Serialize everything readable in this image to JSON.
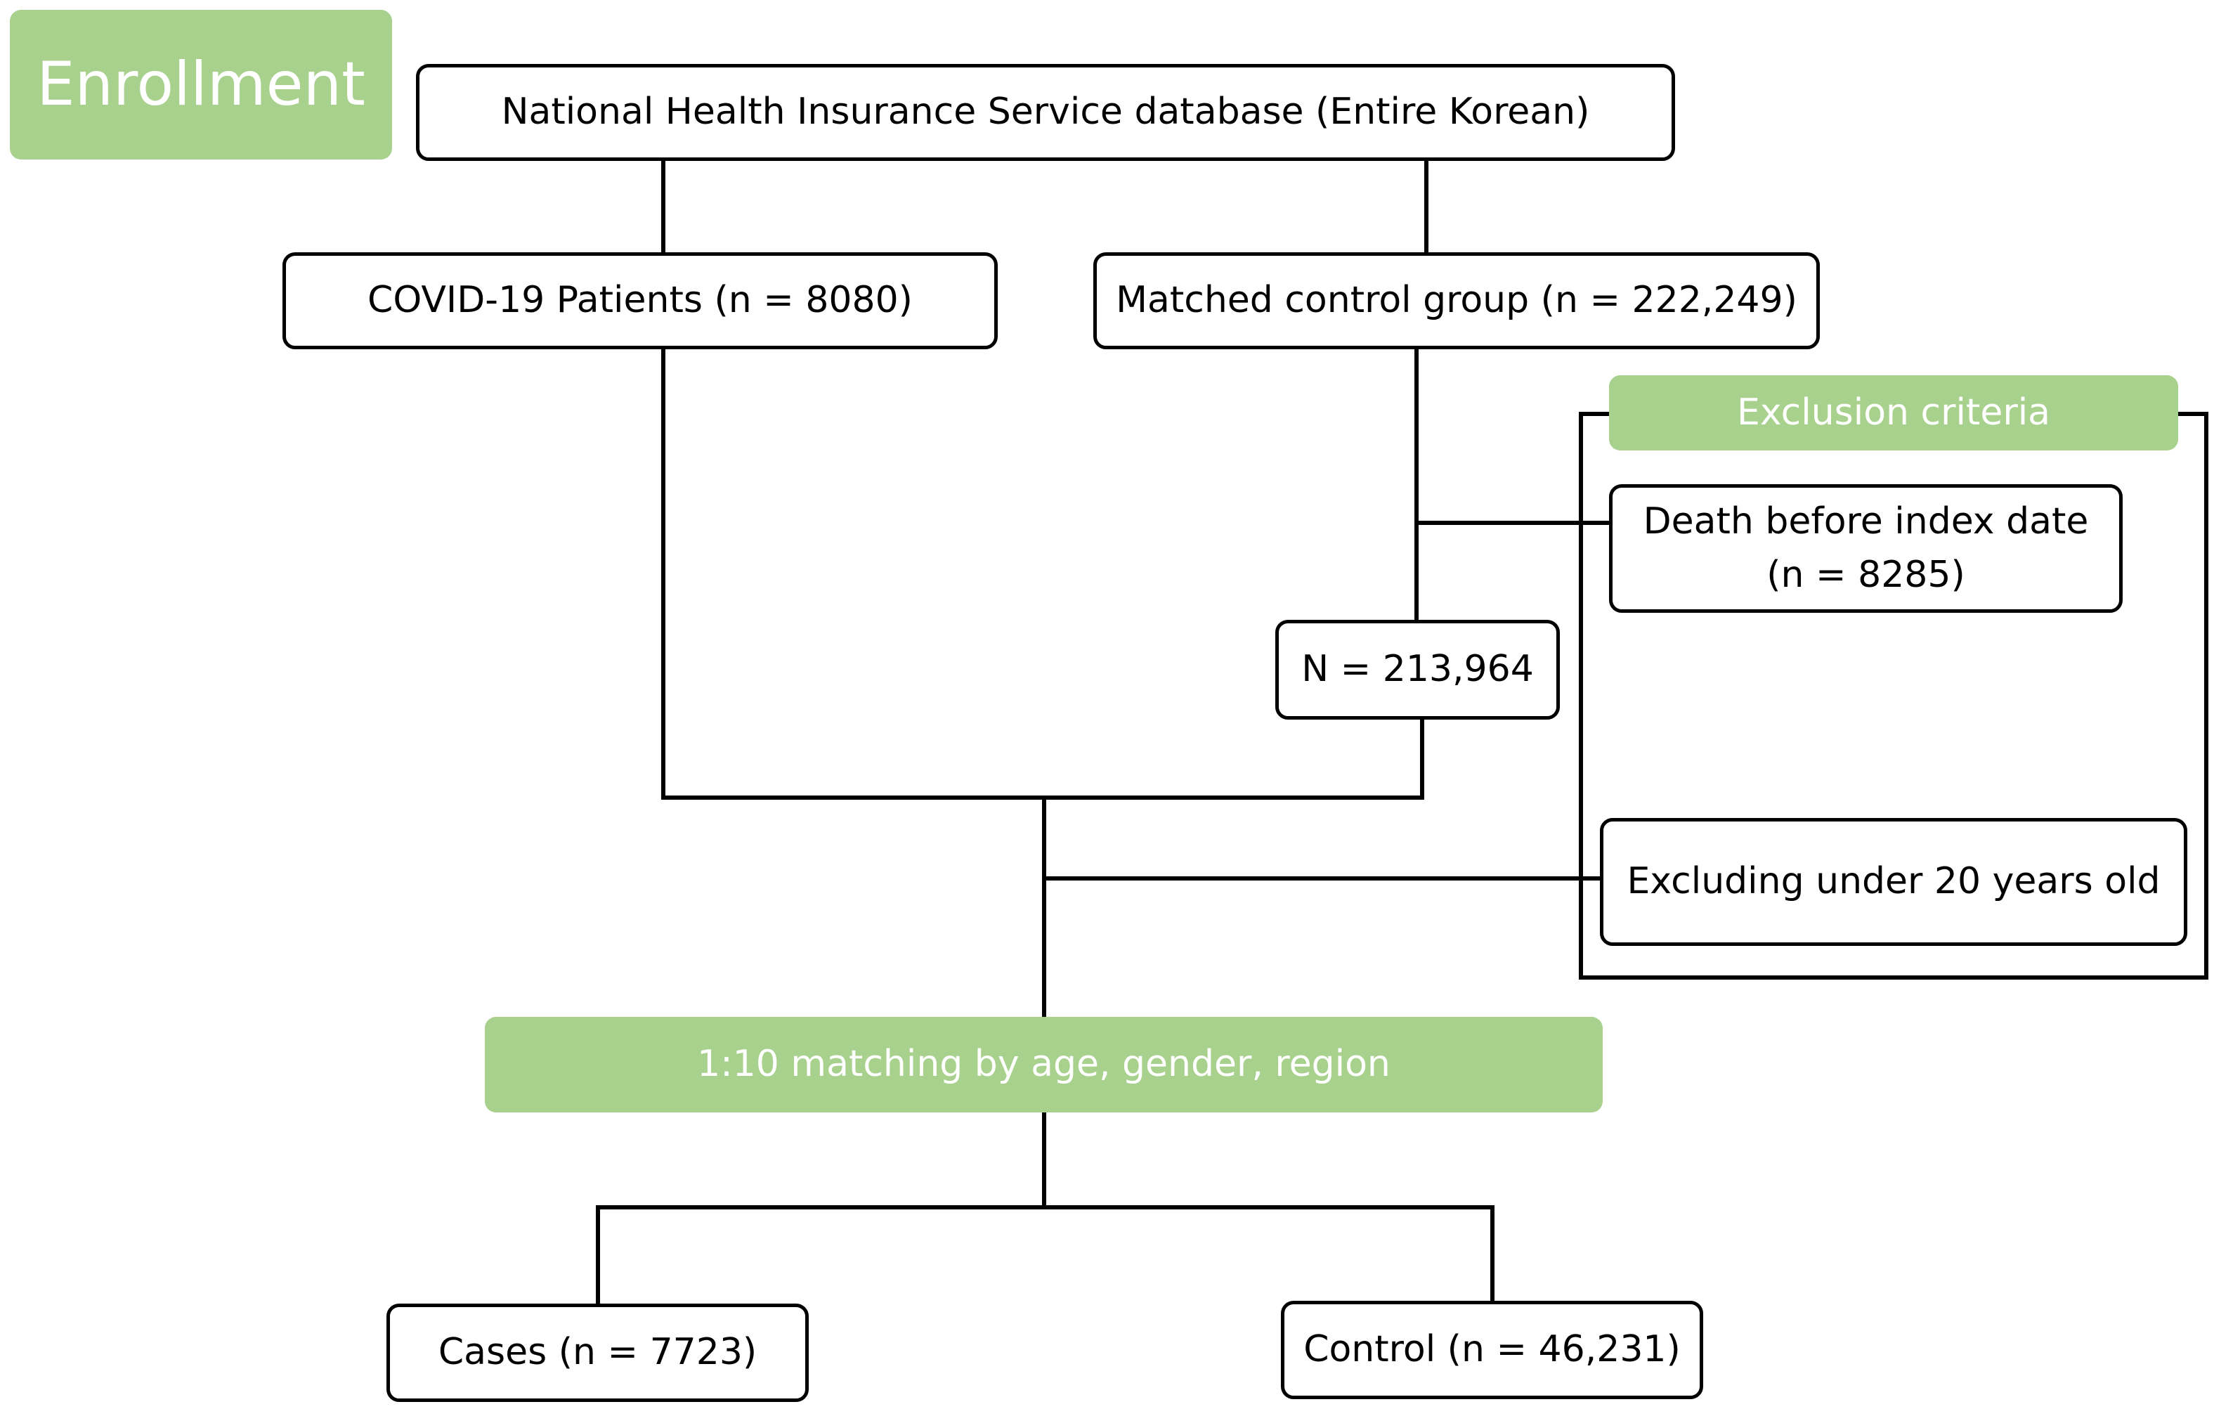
{
  "colors": {
    "accent_green": "#a9d18e",
    "line": "#000000",
    "box_border": "#000000",
    "green_text": "#ffffff"
  },
  "enrollment_label": "Enrollment",
  "nodes": {
    "database": "National Health Insurance Service database (Entire Korean)",
    "covid_patients": "COVID-19 Patients (n = 8080)",
    "matched_control": "Matched control group (n = 222,249)",
    "exclusion_header": "Exclusion criteria",
    "death_before_index": "Death before index date\n(n = 8285)",
    "n_remaining": "N = 213,964",
    "excluding_under_20": "Excluding under 20 years old",
    "matching": "1:10 matching by age, gender, region",
    "cases": "Cases (n = 7723)",
    "control": "Control (n = 46,231)"
  }
}
